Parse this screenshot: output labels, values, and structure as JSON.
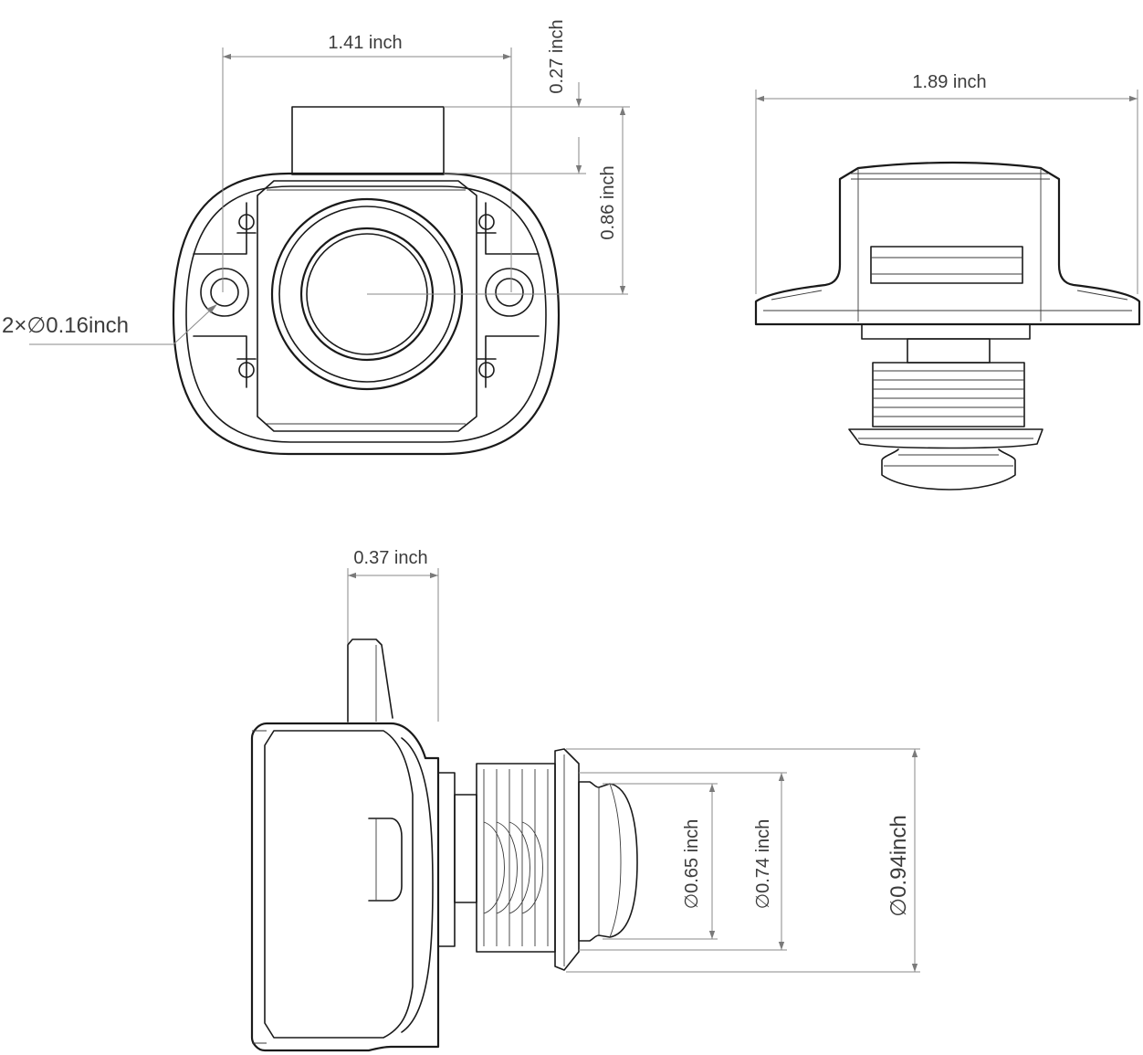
{
  "front_view": {
    "width_label": "1.41 inch",
    "top_offset_label": "0.27 inch",
    "center_height_label": "0.86 inch",
    "holes_label": "2×∅0.16inch"
  },
  "top_view": {
    "width_label": "1.89 inch"
  },
  "side_view": {
    "depth_label": "0.37 inch",
    "knob_diameter_label": "∅0.65 inch",
    "thread_diameter_label": "∅0.74 inch",
    "flange_diameter_label": "∅0.94inch"
  }
}
